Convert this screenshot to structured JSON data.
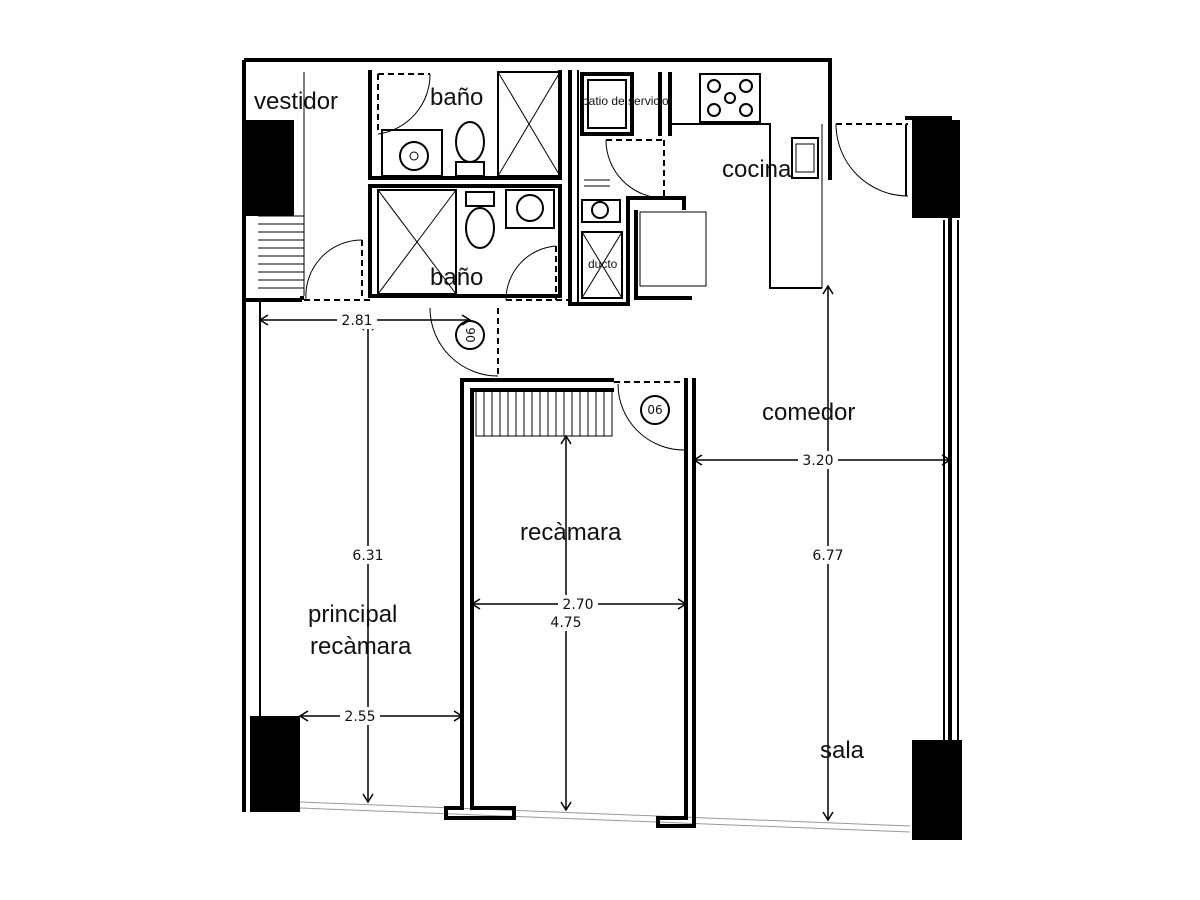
{
  "rooms": {
    "vestidor": "vestidor",
    "bano_top": "baño",
    "bano_bottom": "baño",
    "patio": "patio de servicio",
    "cocina": "cocina",
    "ducto": "ducto",
    "comedor": "comedor",
    "recamara": "recàmara",
    "principal_line1": "principal",
    "principal_line2": "recàmara",
    "sala": "sala"
  },
  "dimensions": {
    "d_281": "2.81",
    "d_320": "3.20",
    "d_631": "6.31",
    "d_677": "6.77",
    "d_270": "2.70",
    "d_475": "4.75",
    "d_255": "2.55"
  },
  "door_tags": {
    "tag_left": "90",
    "tag_right": "06"
  }
}
